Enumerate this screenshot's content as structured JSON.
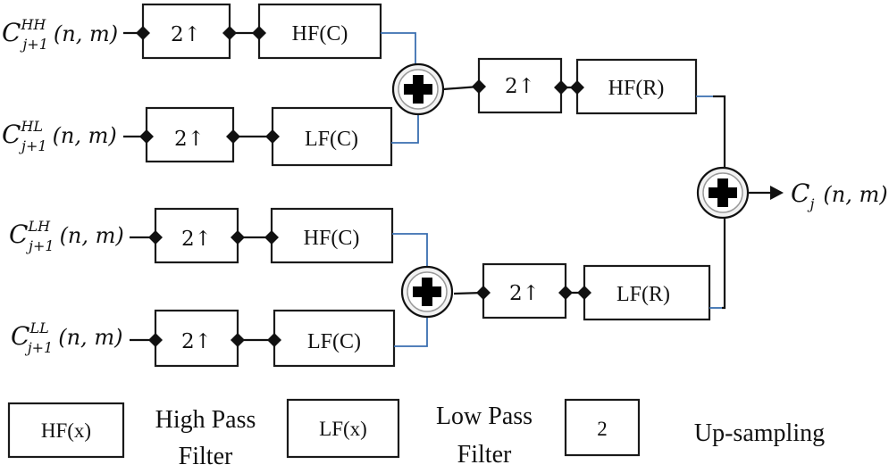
{
  "inputs": [
    {
      "base": "C",
      "sup": "HH",
      "sub": "j+1",
      "args": "(n, m)"
    },
    {
      "base": "C",
      "sup": "HL",
      "sub": "j+1",
      "args": "(n, m)"
    },
    {
      "base": "C",
      "sup": "LH",
      "sub": "j+1",
      "args": "(n, m)"
    },
    {
      "base": "C",
      "sup": "LL",
      "sub": "j+1",
      "args": "(n, m)"
    }
  ],
  "blocks": {
    "up1": "2↑",
    "hfc1": "HF(C)",
    "up2": "2↑",
    "lfc1": "LF(C)",
    "up3": "2↑",
    "hfc2": "HF(C)",
    "up4": "2↑",
    "lfc2": "LF(C)",
    "up5": "2↑",
    "hfr": "HF(R)",
    "up6": "2↑",
    "lfr": "LF(R)"
  },
  "output": {
    "base": "C",
    "sub": "j",
    "args": "(n, m)"
  },
  "legend": {
    "hf_box": "HF(x)",
    "hf_line1": "High Pass",
    "hf_line2": "Filter",
    "lf_box": "LF(x)",
    "lf_line1": "Low Pass",
    "lf_line2": "Filter",
    "up_box": "2",
    "up_text": "Up-sampling"
  }
}
